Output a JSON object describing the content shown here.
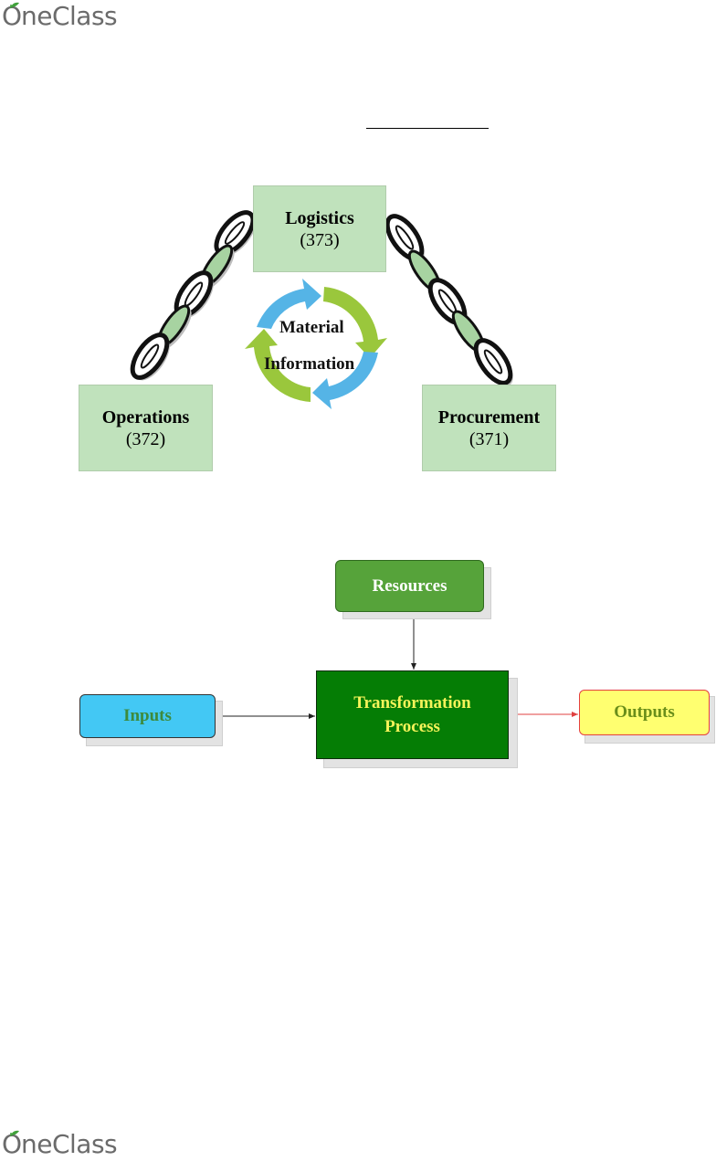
{
  "brand": {
    "name": "OneClass",
    "initial": "O",
    "rest": "neClass",
    "leaf_color": "#3fa13a"
  },
  "supply_chain": {
    "center_labels": [
      "Material",
      "Information"
    ],
    "boxes": {
      "logistics": {
        "name": "Logistics",
        "number": "(373)"
      },
      "operations": {
        "name": "Operations",
        "number": "(372)"
      },
      "procurement": {
        "name": "Procurement",
        "number": "(371)"
      }
    },
    "colors": {
      "box_fill": "#c0e2bc",
      "arrow_blue": "#55b4e6",
      "arrow_green": "#9ac73c",
      "chain_link": "#a7d3a1"
    }
  },
  "transformation_model": {
    "resources": "Resources",
    "inputs": "Inputs",
    "process_line1": "Transformation",
    "process_line2": "Process",
    "outputs": "Outputs",
    "colors": {
      "resources": "#56a33a",
      "process": "#057d05",
      "inputs": "#43c8f4",
      "outputs": "#ffff70",
      "output_arrow": "#e04040"
    }
  }
}
